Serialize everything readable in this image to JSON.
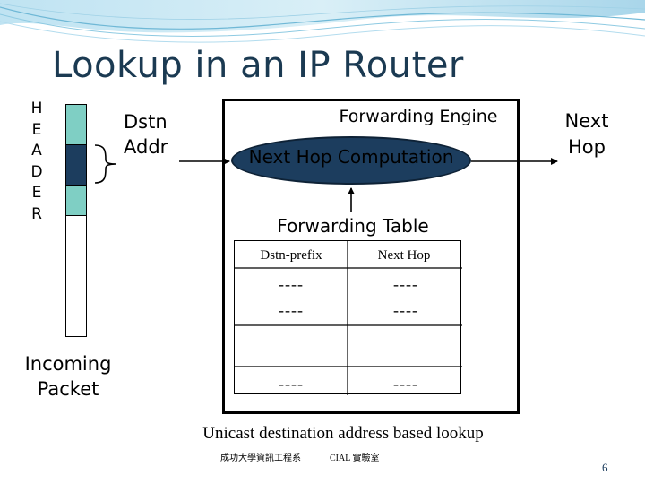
{
  "slide": {
    "title": "Lookup in an IP Router",
    "page_number": "6"
  },
  "packet": {
    "header_letters": [
      "H",
      "E",
      "A",
      "D",
      "E",
      "R"
    ],
    "label_line1": "Incoming",
    "label_line2": "Packet",
    "colors": {
      "header_light": "#7fcfc4",
      "header_dark": "#1c3d5e",
      "body": "#ffffff"
    }
  },
  "dstn_addr": {
    "line1": "Dstn",
    "line2": "Addr"
  },
  "engine": {
    "label": "Forwarding Engine",
    "computation_label": "Next Hop Computation",
    "oval_color": "#1c3d5e"
  },
  "next_hop": {
    "line1": "Next",
    "line2": "Hop"
  },
  "forwarding_table": {
    "title": "Forwarding Table",
    "columns": [
      "Dstn-prefix",
      "Next Hop"
    ],
    "rows": [
      [
        "----",
        "----"
      ],
      [
        "----",
        "----"
      ],
      [
        "",
        ""
      ],
      [
        "----",
        "----"
      ]
    ]
  },
  "footer": {
    "caption": "Unicast destination address based lookup",
    "institution": "成功大學資訊工程系",
    "lab": "CIAL 實驗室"
  }
}
